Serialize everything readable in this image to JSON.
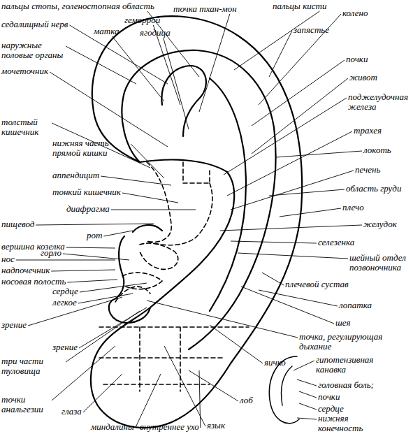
{
  "diagram": {
    "labels": [
      "пальцы стопы, голеностопная область",
      "седалищный нерв",
      "геморрой",
      "матка",
      "ягодица",
      "точка тхан-мон",
      "пальцы кисти",
      "колено",
      "запястье",
      "наружные половые органы",
      "мочеточник",
      "почки",
      "живот",
      "поджелудочная железа",
      "толстый кишечник",
      "нижняя часть прямой кишки",
      "трахея",
      "локоть",
      "аппендицит",
      "печень",
      "тонкий кишечник",
      "область груди",
      "диафрагма",
      "плечо",
      "пищевод",
      "желудок",
      "рот",
      "вершина козелка",
      "селезенка",
      "горло",
      "нос",
      "шейный отдел позвоночника",
      "надпочечник",
      "носовая полость",
      "сердце",
      "плечевой сустав",
      "легкое",
      "лопатка",
      "шея",
      "зрение",
      "точка, регулирующая дыхание",
      "зрение",
      "три части туловища",
      "яичко",
      "гипотензивная канавка",
      "лоб",
      "головная боль;",
      "почки",
      "точки анальгезии",
      "глаза",
      "язык",
      "сердце",
      "миндалины",
      "нижняя конечность",
      "внутреннее ухо"
    ]
  }
}
